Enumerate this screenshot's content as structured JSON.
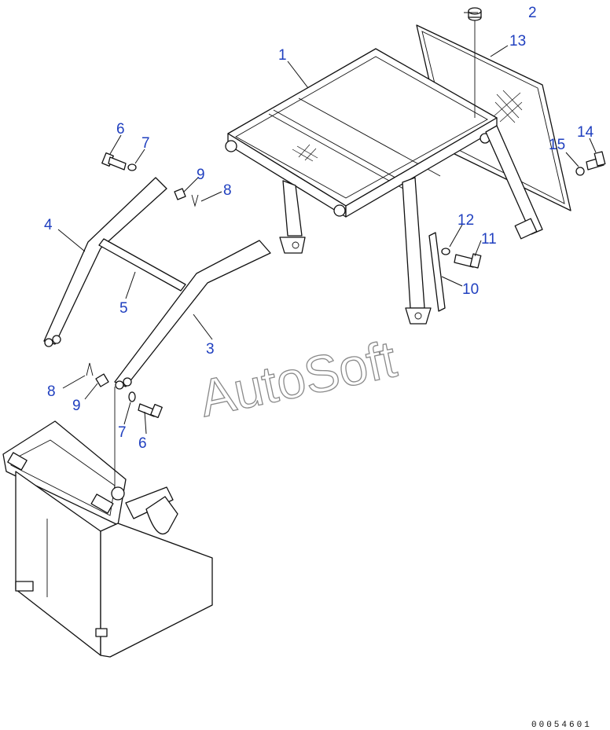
{
  "watermark": "AutoSoft",
  "drawing_code": "00054601",
  "callouts": [
    {
      "id": "c1",
      "label": "1"
    },
    {
      "id": "c2",
      "label": "2"
    },
    {
      "id": "c3",
      "label": "3"
    },
    {
      "id": "c4",
      "label": "4"
    },
    {
      "id": "c5",
      "label": "5"
    },
    {
      "id": "c6a",
      "label": "6"
    },
    {
      "id": "c6b",
      "label": "6"
    },
    {
      "id": "c7a",
      "label": "7"
    },
    {
      "id": "c7b",
      "label": "7"
    },
    {
      "id": "c8a",
      "label": "8"
    },
    {
      "id": "c8b",
      "label": "8"
    },
    {
      "id": "c9a",
      "label": "9"
    },
    {
      "id": "c9b",
      "label": "9"
    },
    {
      "id": "c10",
      "label": "10"
    },
    {
      "id": "c11",
      "label": "11"
    },
    {
      "id": "c12",
      "label": "12"
    },
    {
      "id": "c13",
      "label": "13"
    },
    {
      "id": "c14",
      "label": "14"
    },
    {
      "id": "c15",
      "label": "15"
    }
  ],
  "colors": {
    "callout": "#1f3fbf",
    "line": "#111111",
    "watermark_outline": "#8a8a8a"
  }
}
